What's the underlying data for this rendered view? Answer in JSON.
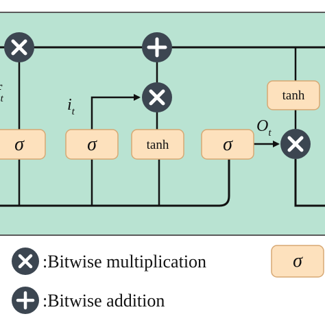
{
  "diagram": {
    "gates": {
      "forget": {
        "symbol": "σ"
      },
      "input": {
        "symbol": "σ"
      },
      "candidate": {
        "label": "tanh"
      },
      "output": {
        "symbol": "σ"
      },
      "cell_tanh": {
        "label": "tanh"
      }
    },
    "labels": {
      "input_gate": {
        "base": "i",
        "sub": "t"
      },
      "output_gate": {
        "base": "O",
        "sub": "t"
      },
      "forget_partial": {
        "base": "f",
        "sub": "t"
      }
    }
  },
  "legend": {
    "multiplication": {
      "text": ":Bitwise multiplication",
      "icon": "multiply-icon"
    },
    "addition": {
      "text": ":Bitwise addition",
      "icon": "plus-icon"
    },
    "sigma_box": {
      "symbol": "σ"
    }
  },
  "colors": {
    "panel": "#b9e3d2",
    "box_fill": "#fde1bd",
    "box_stroke": "#d7a873",
    "operator": "#3c4651",
    "line": "#111111"
  }
}
